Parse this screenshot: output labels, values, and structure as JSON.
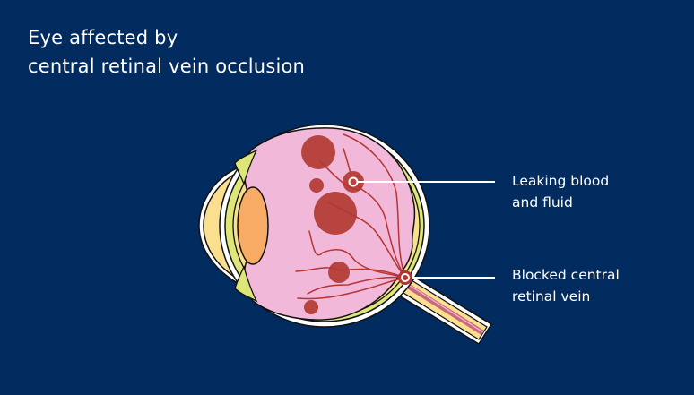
{
  "title": {
    "line1": "Eye affected by",
    "line2": "central retinal vein occlusion"
  },
  "callouts": [
    {
      "id": "leaking",
      "line1": "Leaking blood",
      "line2": "and fluid"
    },
    {
      "id": "blocked",
      "line1": "Blocked central",
      "line2": "retinal vein"
    }
  ],
  "colors": {
    "background": "#022b5f",
    "vitreous": "#f2b8d9",
    "hemorrhage": "#b8443f",
    "vessel": "#b53532",
    "sclera": "#dfe679",
    "choroid": "#f9dd8f",
    "cornea": "#fadf8f",
    "lens": "#f7ab64",
    "outline": "#111111",
    "text": "#ffffff"
  }
}
